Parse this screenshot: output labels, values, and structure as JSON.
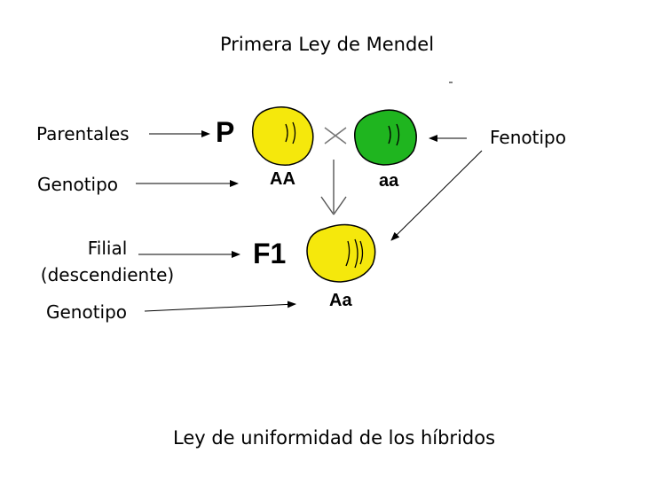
{
  "title": "Primera Ley de Mendel",
  "subtitle": "Ley de uniformidad de los híbridos",
  "labels": {
    "parentales": "Parentales",
    "genotipo_parental": "Genotipo",
    "filial_line1": "Filial",
    "filial_line2": "(descendiente)",
    "genotipo_filial": "Genotipo",
    "fenotipo": "Fenotipo"
  },
  "generations": {
    "parental": "P",
    "filial": "F1"
  },
  "genotypes": {
    "parent_yellow": "AA",
    "parent_green": "aa",
    "offspring": "Aa"
  },
  "colors": {
    "yellow_pea": "#f5e80c",
    "green_pea": "#1fb51f",
    "outline": "#000000"
  }
}
